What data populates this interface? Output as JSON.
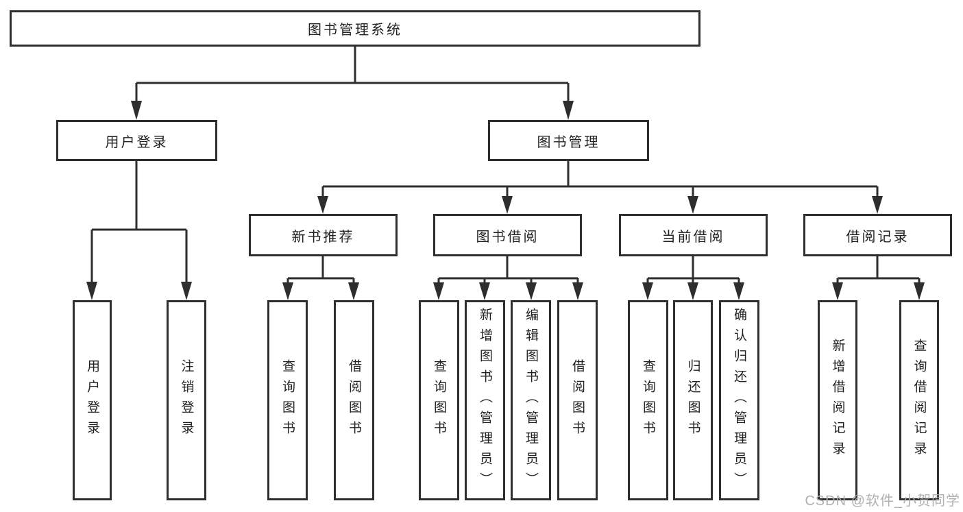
{
  "diagram": {
    "title_node": {
      "label": "图书管理系统"
    },
    "level2": [
      {
        "label": "用户登录"
      },
      {
        "label": "图书管理"
      }
    ],
    "level3": [
      {
        "label": "新书推荐"
      },
      {
        "label": "图书借阅"
      },
      {
        "label": "当前借阅"
      },
      {
        "label": "借阅记录"
      }
    ],
    "leaves": {
      "user_login": [
        {
          "label": "用户登录"
        },
        {
          "label": "注销登录"
        }
      ],
      "new_book_recommend": [
        {
          "label": "查询图书"
        },
        {
          "label": "借阅图书"
        }
      ],
      "book_borrowing": [
        {
          "label": "查询图书"
        },
        {
          "label": "新增图书（管理员）"
        },
        {
          "label": "编辑图书（管理员）"
        },
        {
          "label": "借阅图书"
        }
      ],
      "current_borrowing": [
        {
          "label": "查询图书"
        },
        {
          "label": "归还图书"
        },
        {
          "label": "确认归还（管理员）"
        }
      ],
      "borrowing_records": [
        {
          "label": "新增借阅记录"
        },
        {
          "label": "查询借阅记录"
        }
      ]
    }
  },
  "watermark": {
    "text": "CSDN @软件_小贺同学"
  },
  "colors": {
    "line": "#2e2e2e",
    "box_border": "#2e2e2e",
    "text": "#222222",
    "background": "#ffffff",
    "watermark": "#acacac"
  }
}
